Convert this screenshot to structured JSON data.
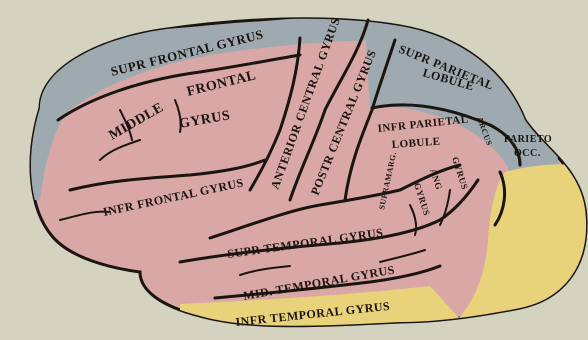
{
  "regions": {
    "frontal": {
      "color": "#d9a8a6"
    },
    "parietal_superior": {
      "color": "#9eaab0"
    },
    "occipital": {
      "color": "#e8d27a"
    },
    "temporal": {
      "color": "#d9a8a6"
    }
  },
  "labels": {
    "sup_frontal": "SUPR FRONTAL GYRUS",
    "middle_frontal_1": "MIDDLE",
    "middle_frontal_2": "FRONTAL",
    "middle_frontal_3": "GYRUS",
    "inf_frontal": "INFR FRONTAL GYRUS",
    "anterior_central": "ANTERIOR CENTRAL GYRUS",
    "post_central": "POSTR CENTRAL GYRUS",
    "sup_parietal_1": "SUPR PARIETAL",
    "sup_parietal_2": "LOBULE",
    "inf_parietal_1": "INFR PARIETAL",
    "inf_parietal_2": "LOBULE",
    "supramarg": "SUPRAMARG.",
    "gyrus_a": "GYRUS",
    "ang": "ANG",
    "gyrus_b": "GYRUS",
    "arcus": "ARCUS",
    "parieto_occ_1": "PARIETO",
    "parieto_occ_2": "OCC.",
    "sup_temporal": "SUPR TEMPORAL GYRUS",
    "mid_temporal": "MID. TEMPORAL GYRUS",
    "inf_temporal": "INFR TEMPORAL GYRUS"
  }
}
